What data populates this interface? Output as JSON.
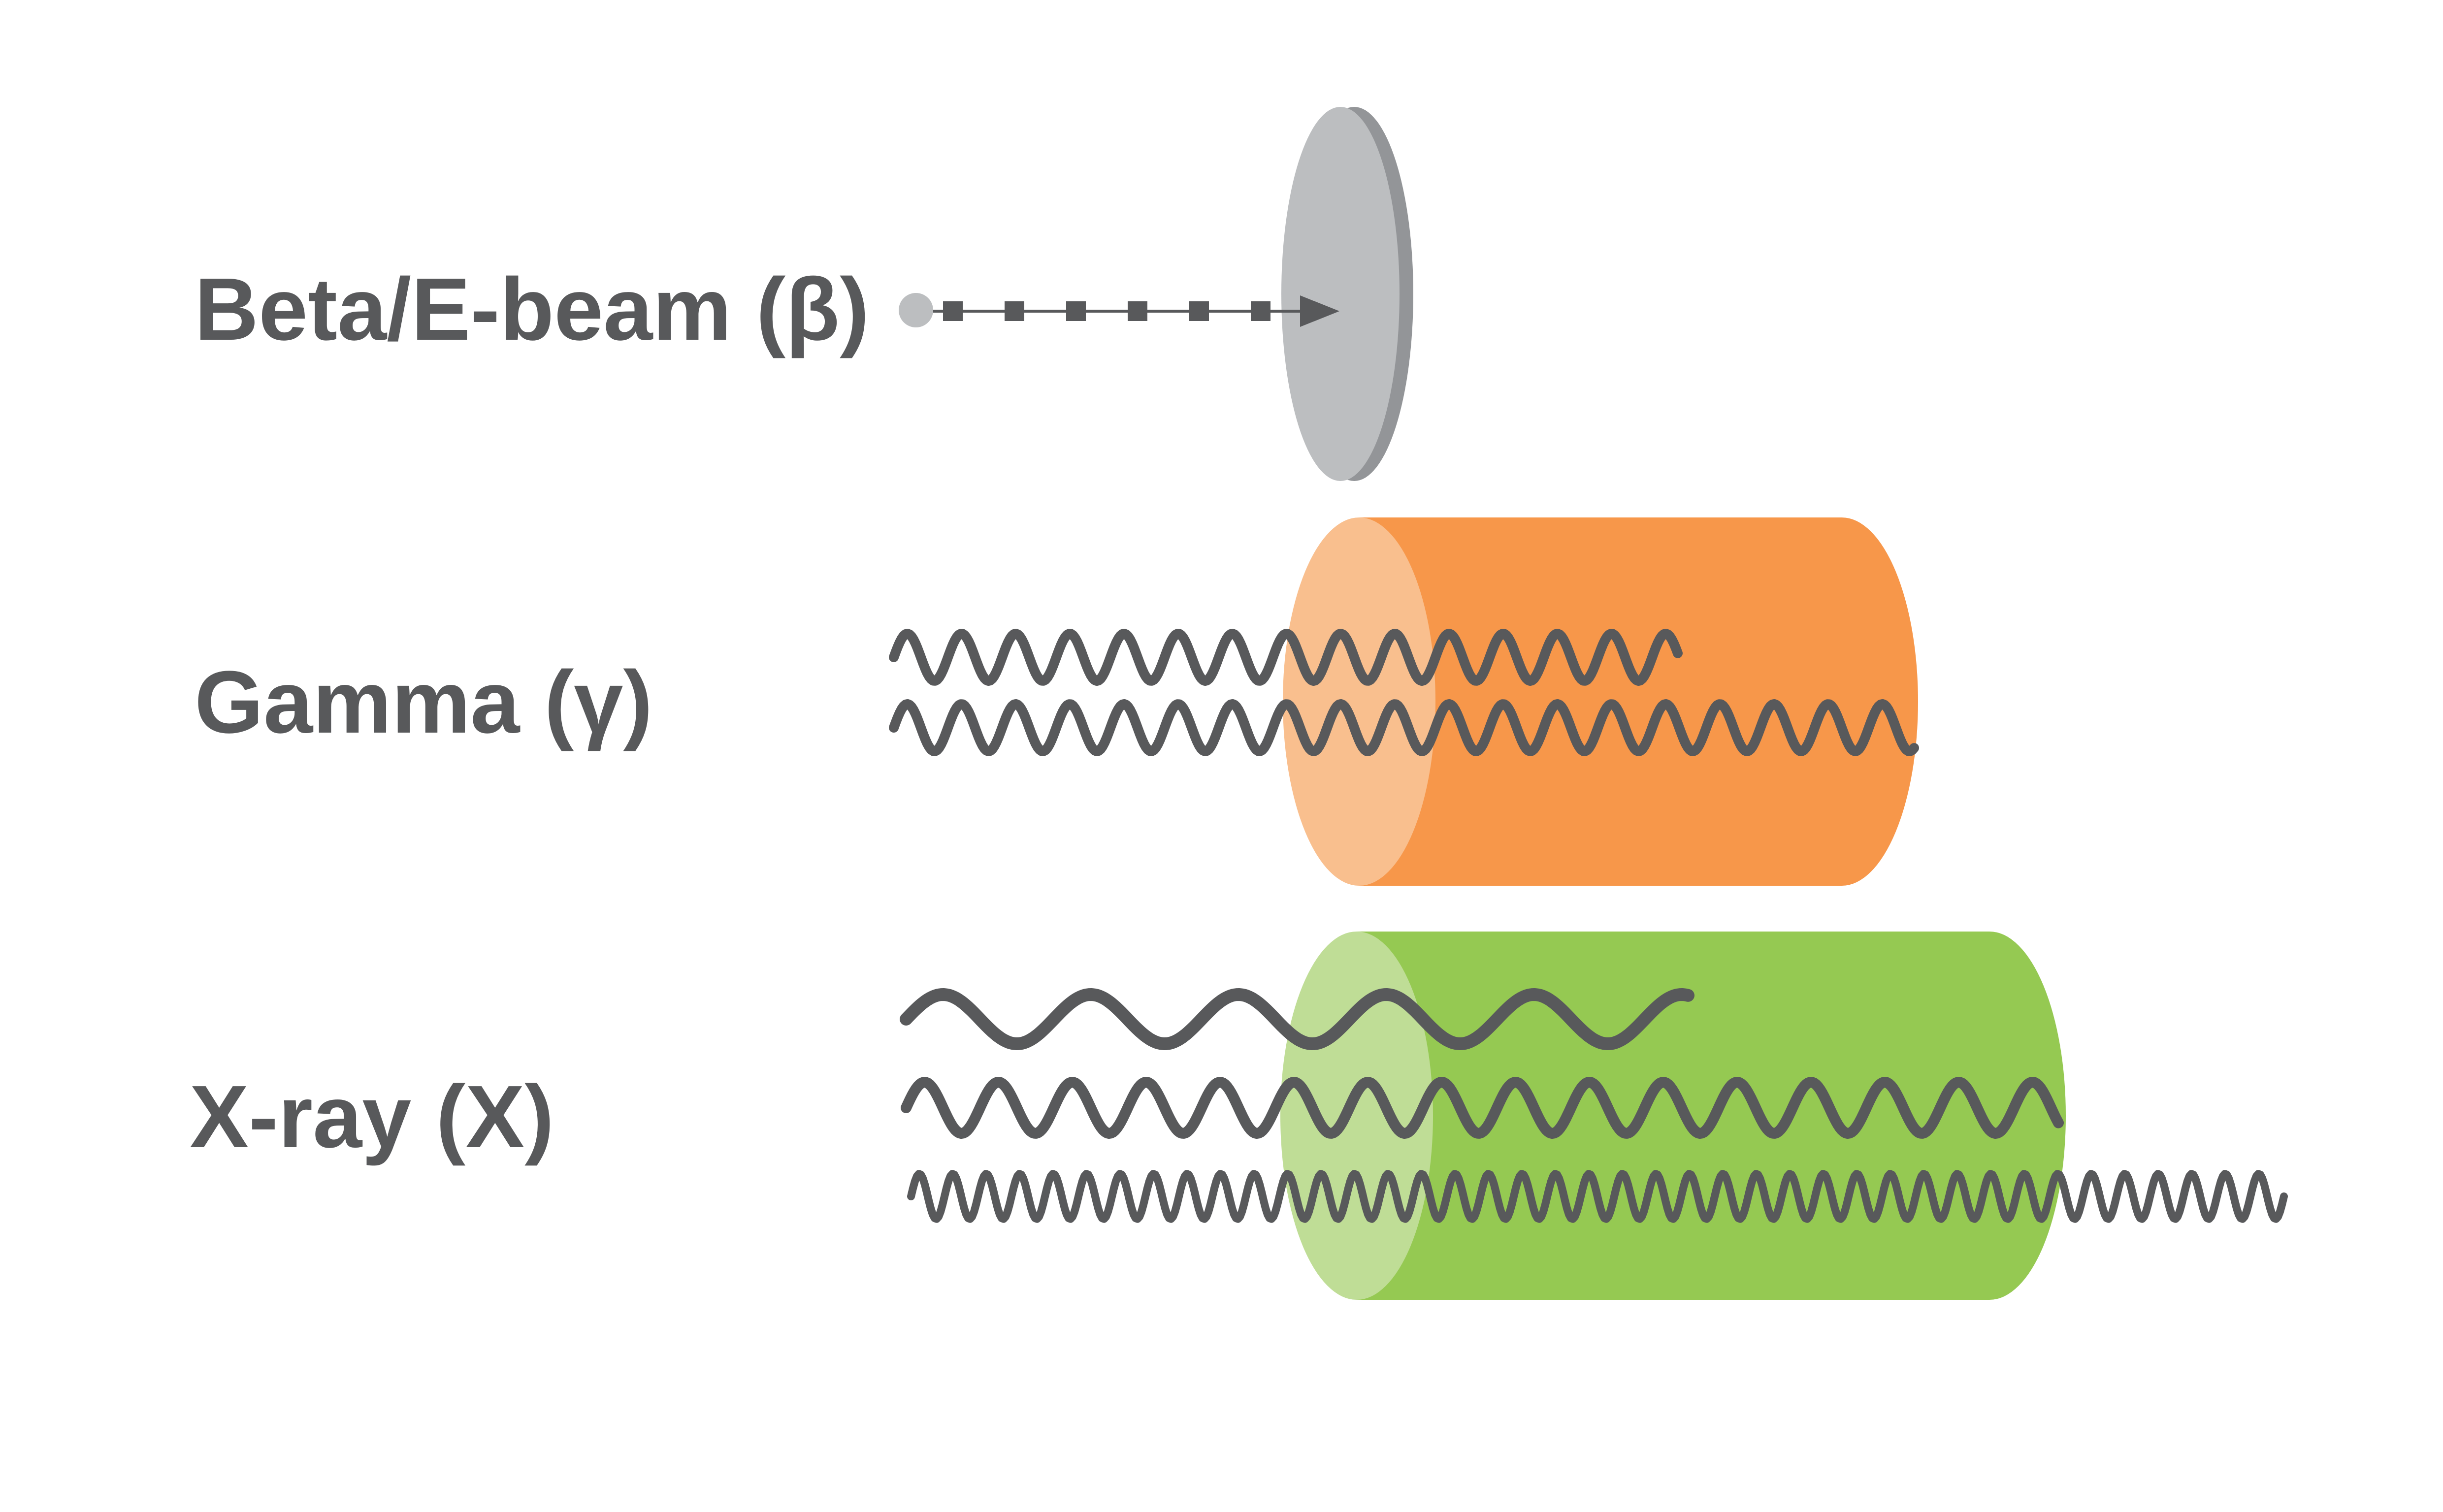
{
  "rows": [
    {
      "label": "Beta/E-beam (β)"
    },
    {
      "label": "Gamma (γ)"
    },
    {
      "label": "X-ray (X)"
    }
  ],
  "colors": {
    "text": "#58595b",
    "wave": "#58595b",
    "disc_face": "#bcbec0",
    "disc_rim": "#939598",
    "gamma_body": "#f7974a",
    "gamma_face": "#f9bf8e",
    "xray_body": "#95c952",
    "xray_face": "#bfdd96"
  }
}
